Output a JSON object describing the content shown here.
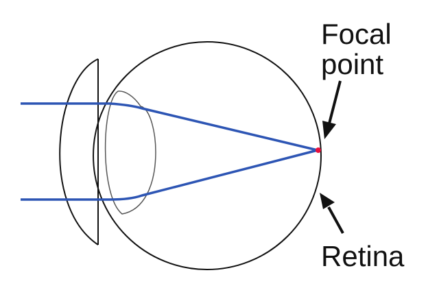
{
  "labels": {
    "focal_line1": "Focal",
    "focal_line2": "point",
    "retina": "Retina"
  },
  "colors": {
    "outline": "#111111",
    "lens": "#555555",
    "light_ray": "#2d55b4",
    "focal_point": "#e8103c",
    "background": "#ffffff"
  }
}
